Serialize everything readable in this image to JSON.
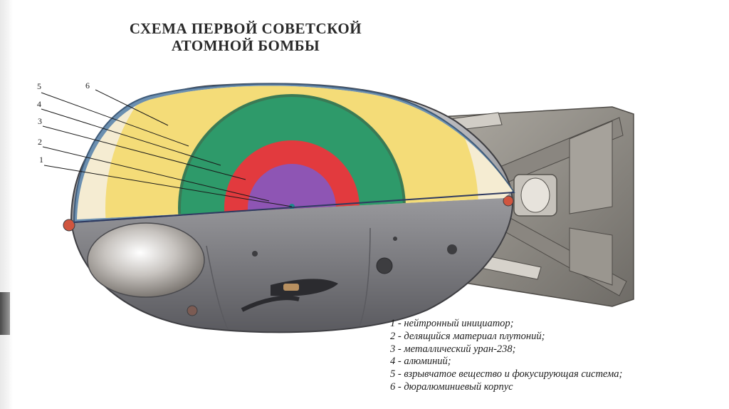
{
  "title": {
    "line1": "СХЕМА ПЕРВОЙ СОВЕТСКОЙ",
    "line2": "АТОМНОЙ БОМБЫ"
  },
  "callouts": [
    "1",
    "2",
    "3",
    "4",
    "5",
    "6"
  ],
  "legend": [
    "1 - нейтронный инициатор;",
    "2 - делящийся материал плутоний;",
    "3 - металлический уран-238;",
    "4 - алюминий;",
    "5 - взрывчатое вещество и фокусирующая система;",
    "6 - дюралюминиевый корпус"
  ],
  "colors": {
    "layer_1_initiator": "#1c8a8c",
    "layer_2_plutonium": "#8e55b4",
    "layer_3_uranium": "#e23a3e",
    "layer_4_aluminium": "#2e9a6a",
    "layer_5_explosive": "#f4dc78",
    "layer_6_casing": "#f5ecd2",
    "bomb_body": "#8f8f92"
  }
}
